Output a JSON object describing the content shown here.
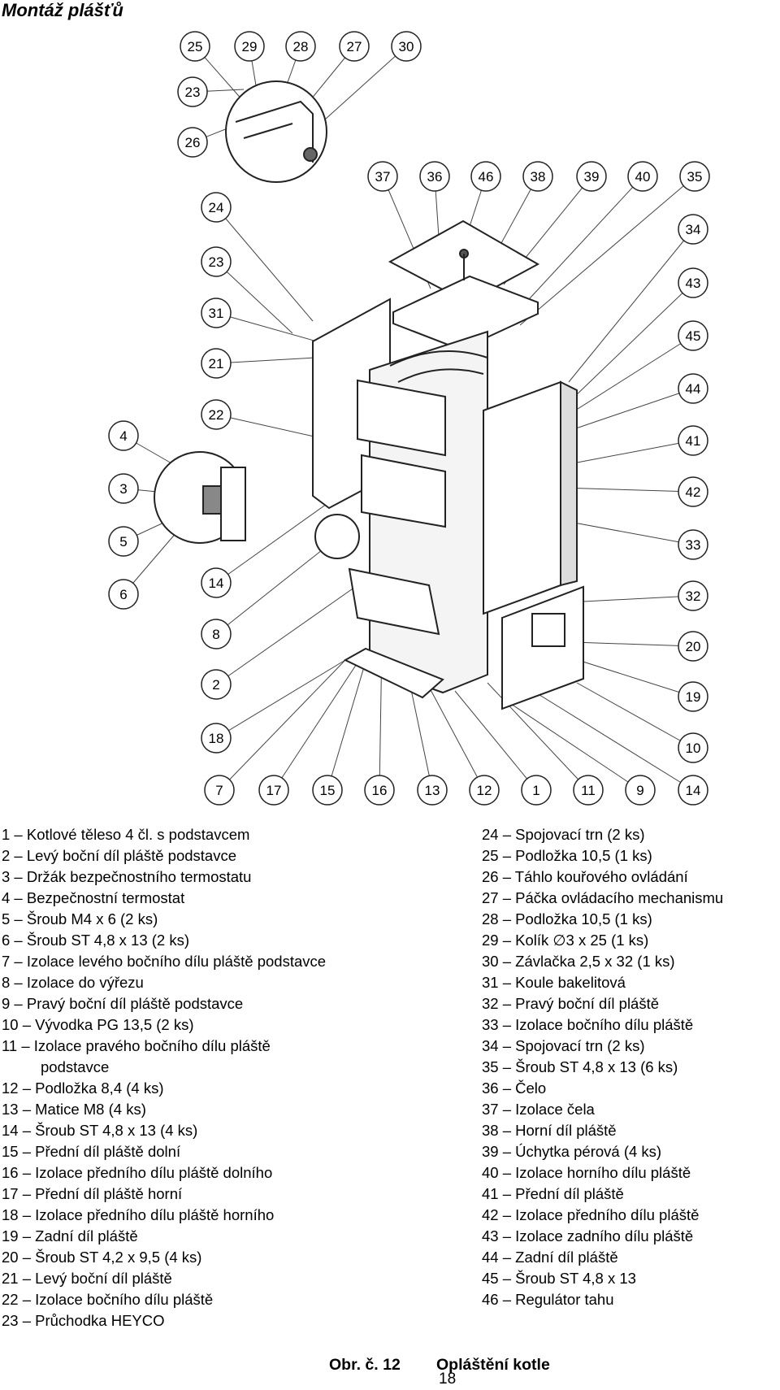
{
  "title": "Montáž plášťů",
  "callouts_top": [
    "25",
    "29",
    "28",
    "27",
    "30"
  ],
  "callouts_upper_left": [
    "23",
    "26"
  ],
  "callouts_middle_top": [
    "37",
    "36",
    "46",
    "38",
    "39",
    "40",
    "35"
  ],
  "callouts_left": [
    "24",
    "23",
    "31",
    "21",
    "22",
    "14",
    "8",
    "2",
    "18"
  ],
  "callouts_left_far": [
    "4",
    "3",
    "5",
    "6"
  ],
  "callouts_right": [
    "34",
    "43",
    "45",
    "44",
    "41",
    "42",
    "33",
    "32",
    "20",
    "19",
    "10"
  ],
  "callouts_bottom": [
    "7",
    "17",
    "15",
    "16",
    "13",
    "12",
    "1",
    "11",
    "9",
    "14"
  ],
  "left_list": [
    {
      "text": "1 – Kotlové těleso 4 čl. s podstavcem"
    },
    {
      "text": "2 – Levý boční díl pláště podstavce"
    },
    {
      "text": "3 – Držák bezpečnostního termostatu"
    },
    {
      "text": "4 – Bezpečnostní termostat"
    },
    {
      "text": "5 – Šroub M4 x 6 (2 ks)"
    },
    {
      "text": "6 – Šroub ST 4,8 x 13 (2 ks)"
    },
    {
      "text": "7 – Izolace levého bočního dílu pláště podstavce"
    },
    {
      "text": "8 – Izolace do výřezu"
    },
    {
      "text": "9 – Pravý boční díl pláště podstavce"
    },
    {
      "text": "10 – Vývodka PG 13,5 (2 ks)"
    },
    {
      "text": "11 – Izolace pravého bočního dílu pláště"
    },
    {
      "text": "podstavce",
      "indent": true
    },
    {
      "text": "12 – Podložka 8,4 (4 ks)"
    },
    {
      "text": "13 – Matice M8 (4 ks)"
    },
    {
      "text": "14 – Šroub ST 4,8 x 13 (4 ks)"
    },
    {
      "text": "15 – Přední díl pláště dolní"
    },
    {
      "text": "16 – Izolace předního dílu pláště dolního"
    },
    {
      "text": "17 – Přední díl pláště horní"
    },
    {
      "text": "18 – Izolace předního dílu pláště horního"
    },
    {
      "text": "19 – Zadní díl pláště"
    },
    {
      "text": "20 – Šroub ST 4,2 x 9,5 (4 ks)"
    },
    {
      "text": "21 – Levý boční díl pláště"
    },
    {
      "text": "22 – Izolace bočního dílu pláště"
    },
    {
      "text": "23 – Průchodka HEYCO"
    }
  ],
  "right_list": [
    {
      "text": "24 – Spojovací trn (2 ks)"
    },
    {
      "text": "25 – Podložka 10,5 (1 ks)"
    },
    {
      "text": "26 – Táhlo kouřového ovládání"
    },
    {
      "text": "27 – Páčka ovládacího mechanismu"
    },
    {
      "text": "28 – Podložka 10,5 (1 ks)"
    },
    {
      "text": "29 – Kolík ∅3 x 25 (1 ks)"
    },
    {
      "text": "30 – Závlačka 2,5 x 32 (1 ks)"
    },
    {
      "text": "31 – Koule bakelitová"
    },
    {
      "text": "32 – Pravý boční díl pláště"
    },
    {
      "text": "33 – Izolace bočního dílu pláště"
    },
    {
      "text": "34 – Spojovací trn (2 ks)"
    },
    {
      "text": "35 – Šroub ST 4,8 x 13 (6 ks)"
    },
    {
      "text": "36 – Čelo"
    },
    {
      "text": "37 – Izolace čela"
    },
    {
      "text": "38 – Horní díl pláště"
    },
    {
      "text": "39 – Úchytka pérová (4 ks)"
    },
    {
      "text": "40 – Izolace horního dílu pláště"
    },
    {
      "text": "41 – Přední díl pláště"
    },
    {
      "text": "42 – Izolace předního dílu pláště"
    },
    {
      "text": "43 – Izolace zadního dílu pláště"
    },
    {
      "text": "44 – Zadní díl pláště"
    },
    {
      "text": "45 – Šroub ST 4,8 x 13"
    },
    {
      "text": "46 – Regulátor tahu"
    }
  ],
  "caption_number": "Obr. č. 12",
  "caption_text": "Opláštění kotle",
  "page_number": "18",
  "colors": {
    "ink": "#000000",
    "paper": "#ffffff",
    "line": "#333333",
    "fill": "#e8e8e8"
  }
}
